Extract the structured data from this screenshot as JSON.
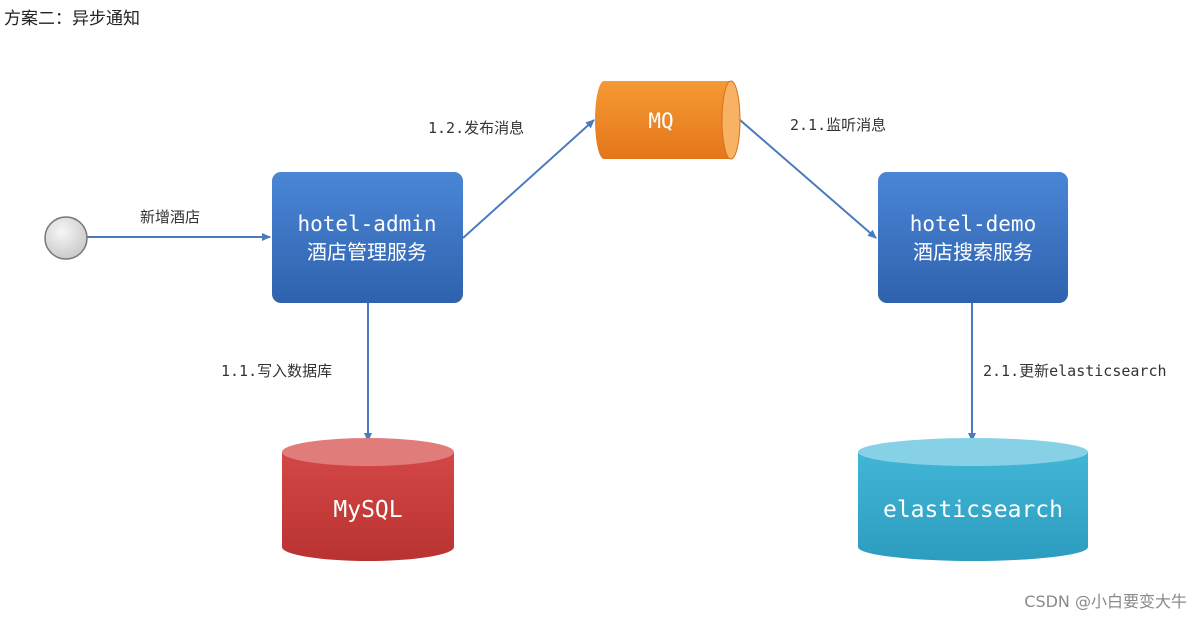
{
  "title": "方案二：异步通知",
  "watermark": "CSDN @小白要变大牛",
  "nodes": {
    "admin": {
      "line1": "hotel-admin",
      "line2": "酒店管理服务"
    },
    "demo": {
      "line1": "hotel-demo",
      "line2": "酒店搜索服务"
    },
    "mq": {
      "label": "MQ"
    },
    "mysql": {
      "label": "MySQL"
    },
    "es": {
      "label": "elasticsearch"
    }
  },
  "edges": {
    "new_hotel": "新增酒店",
    "publish": "1.2.发布消息",
    "listen": "2.1.监听消息",
    "write_db": "1.1.写入数据库",
    "update_es": "2.1.更新elasticsearch"
  },
  "colors": {
    "service_box": "#3a72c2",
    "mq": "#f28a22",
    "mysql": "#c83c3b",
    "elasticsearch": "#3aaccc",
    "arrow": "#4a7bbf"
  }
}
